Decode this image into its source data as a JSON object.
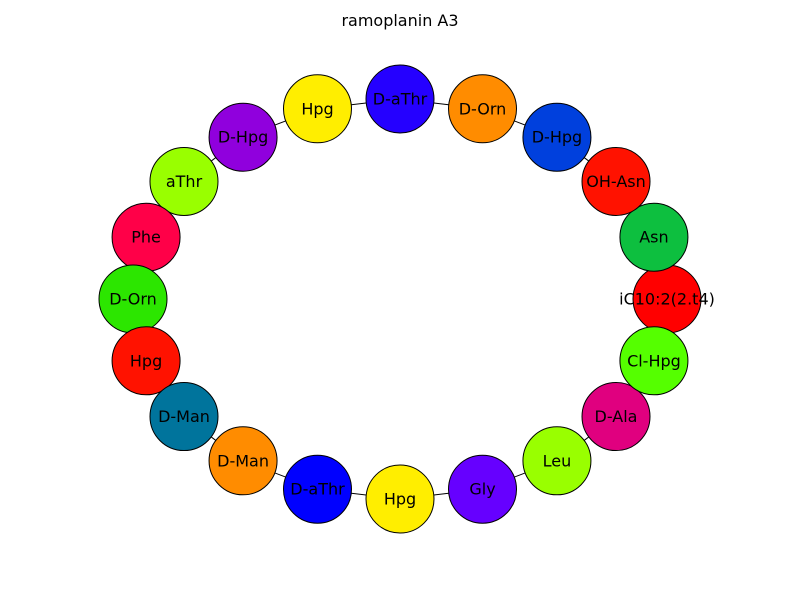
{
  "title": "ramoplanin A3",
  "nodes": [
    {
      "label": "iC10:2(2.t4)",
      "color": "#ff0000"
    },
    {
      "label": "Asn",
      "color": "#0dbf3f"
    },
    {
      "label": "OH-Asn",
      "color": "#ff1200"
    },
    {
      "label": "D-Hpg",
      "color": "#0040dd"
    },
    {
      "label": "D-Orn",
      "color": "#ff8c00"
    },
    {
      "label": "D-aThr",
      "color": "#2500ff"
    },
    {
      "label": "Hpg",
      "color": "#ffee00"
    },
    {
      "label": "D-Hpg",
      "color": "#9000dd"
    },
    {
      "label": "aThr",
      "color": "#99ff00"
    },
    {
      "label": "Phe",
      "color": "#ff0048"
    },
    {
      "label": "D-Orn",
      "color": "#2ce600"
    },
    {
      "label": "Hpg",
      "color": "#ff1200"
    },
    {
      "label": "D-Man",
      "color": "#00749c"
    },
    {
      "label": "D-Man",
      "color": "#ff8c00"
    },
    {
      "label": "D-aThr",
      "color": "#0000ff"
    },
    {
      "label": "Hpg",
      "color": "#ffee00"
    },
    {
      "label": "Gly",
      "color": "#6600ff"
    },
    {
      "label": "Leu",
      "color": "#99ff00"
    },
    {
      "label": "D-Ala",
      "color": "#e0007f"
    },
    {
      "label": "Cl-Hpg",
      "color": "#55ff00"
    }
  ],
  "edges": [
    [
      0,
      1
    ],
    [
      1,
      2
    ],
    [
      2,
      3
    ],
    [
      3,
      4
    ],
    [
      4,
      5
    ],
    [
      5,
      6
    ],
    [
      6,
      7
    ],
    [
      7,
      8
    ],
    [
      8,
      9
    ],
    [
      9,
      10
    ],
    [
      10,
      11
    ],
    [
      11,
      12
    ],
    [
      12,
      13
    ],
    [
      13,
      14
    ],
    [
      14,
      15
    ],
    [
      15,
      16
    ],
    [
      16,
      17
    ],
    [
      17,
      18
    ],
    [
      18,
      19
    ],
    [
      19,
      0
    ]
  ]
}
